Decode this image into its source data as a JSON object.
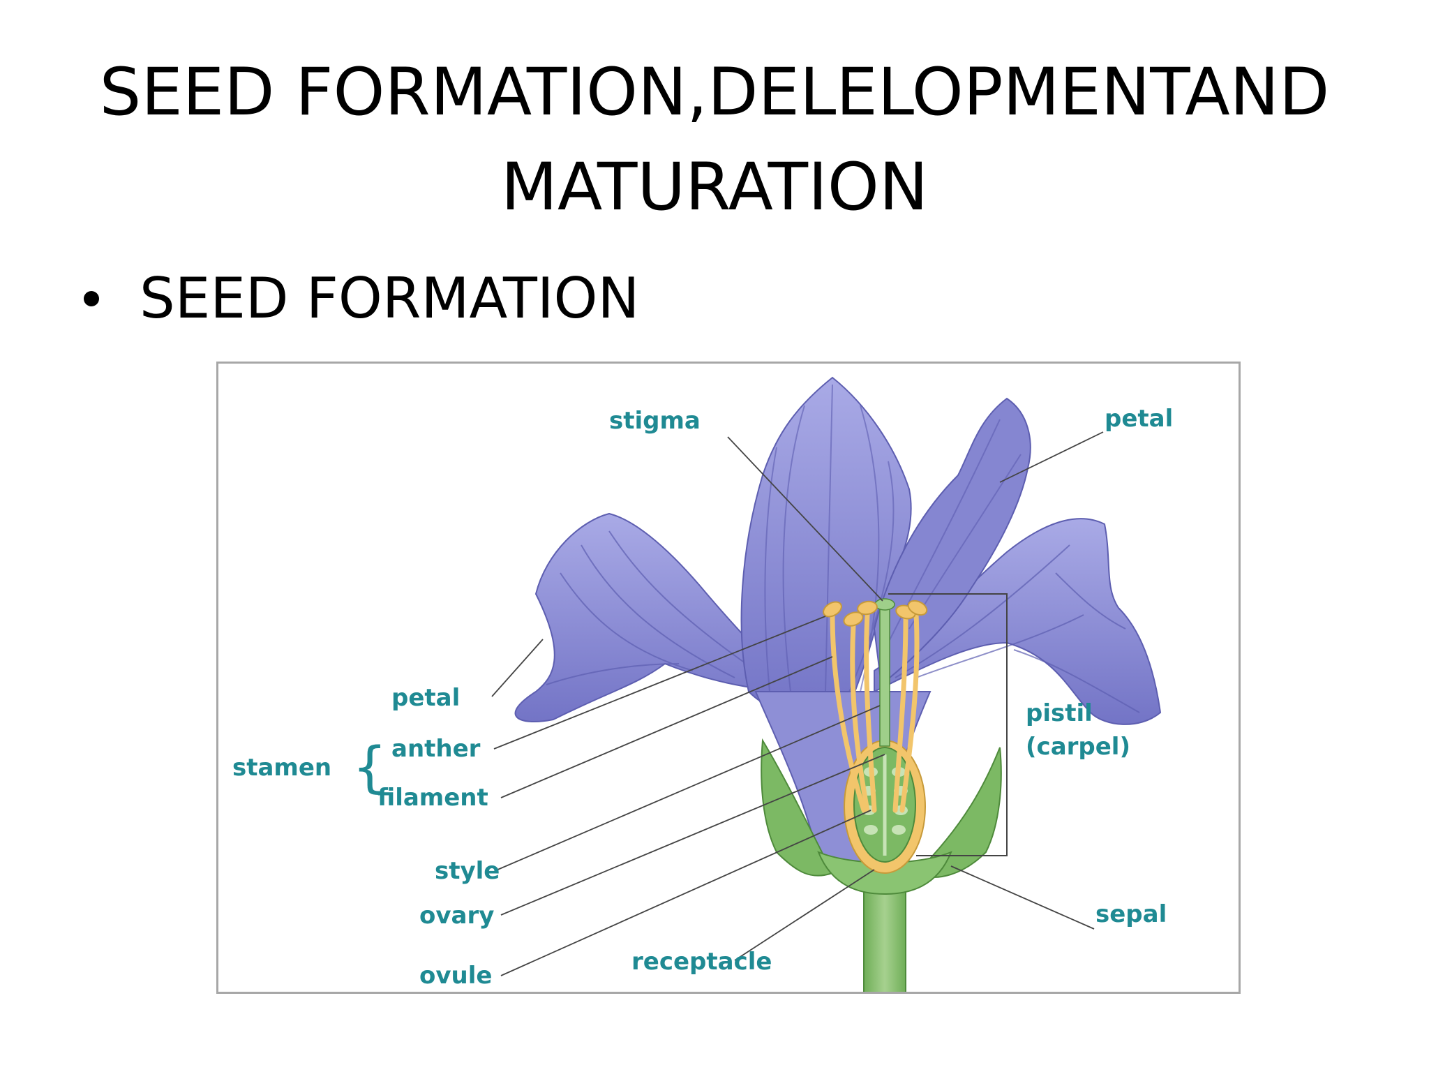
{
  "slide": {
    "title_line1": "SEED FORMATION,DELELOPMENTAND",
    "title_line2": "MATURATION",
    "bullet": "SEED FORMATION"
  },
  "diagram": {
    "labels": {
      "stigma": "stigma",
      "petal_top": "petal",
      "petal_left": "petal",
      "stamen": "stamen",
      "anther": "anther",
      "filament": "filament",
      "pistil_line1": "pistil",
      "pistil_line2": "(carpel)",
      "style": "style",
      "ovary": "ovary",
      "ovule": "ovule",
      "receptacle": "receptacle",
      "sepal": "sepal"
    },
    "colors": {
      "label": "#1f8a93",
      "petal": "#8e8fd6",
      "petal_dark": "#6d6ec2",
      "stem": "#86bf6e",
      "stamen": "#f2c56b",
      "leader_line": "#444444"
    }
  }
}
